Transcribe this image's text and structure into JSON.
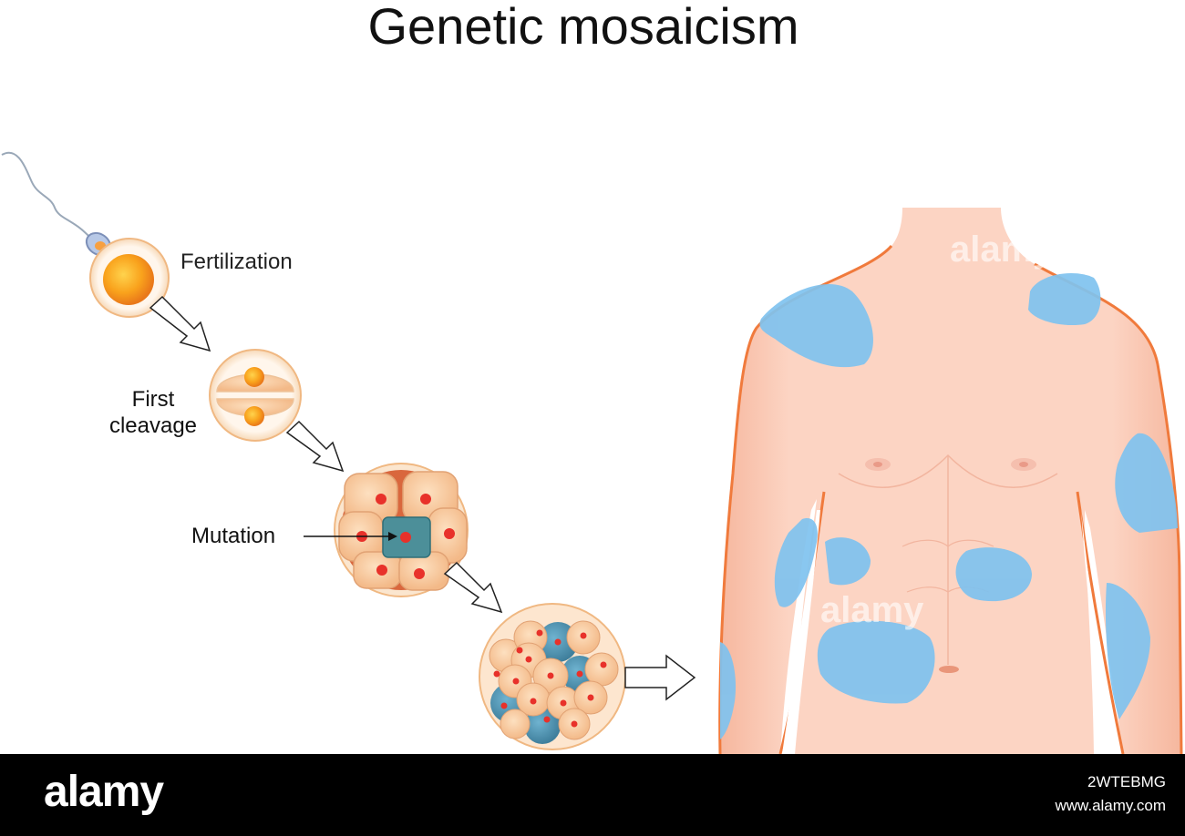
{
  "title": "Genetic mosaicism",
  "labels": {
    "fertilization": "Fertilization",
    "first_cleavage": "First\ncleavage",
    "mutation": "Mutation"
  },
  "watermark": {
    "brand": "alamy",
    "image_id": "2WTEBMG",
    "url": "www.alamy.com"
  },
  "colors": {
    "skin": "#fbd3c2",
    "body_outline": "#f07a3c",
    "mosaic_patch": "#7fc2ef",
    "cell_fill": "#f5c48f",
    "nucleus": "#e8312a",
    "mutant_cell": "#4c8fa5",
    "arrow_outline": "#222222"
  }
}
